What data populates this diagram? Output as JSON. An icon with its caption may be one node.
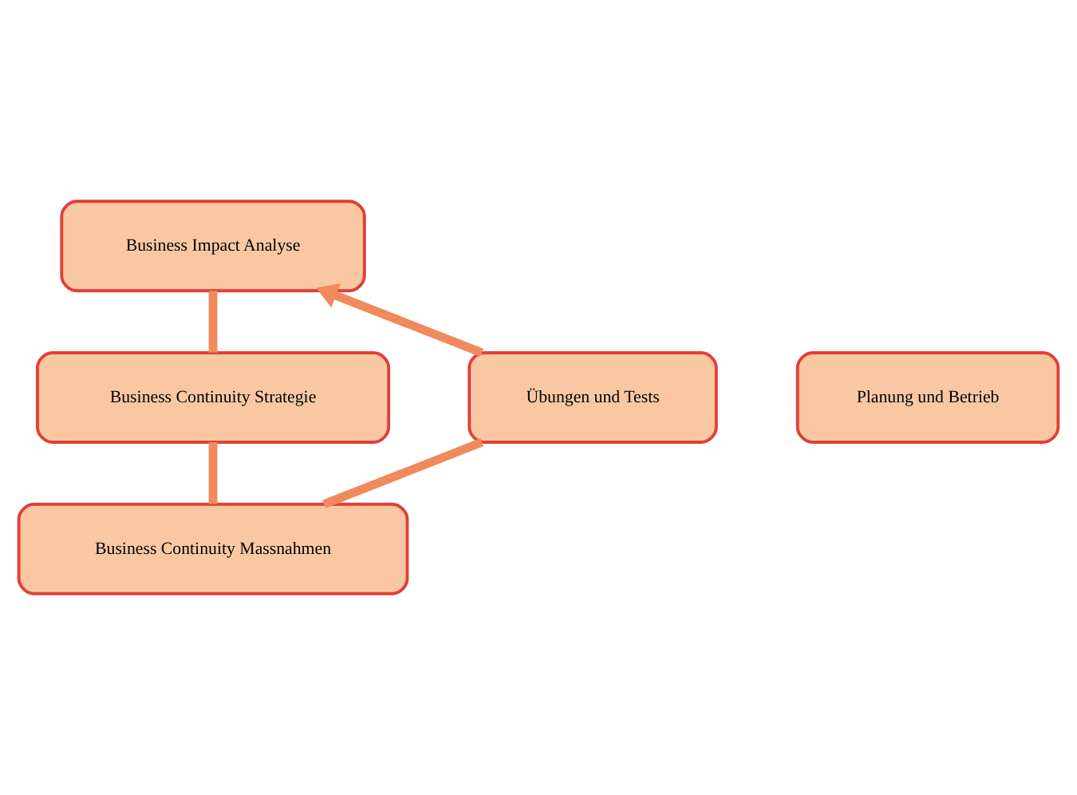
{
  "diagram": {
    "nodes": [
      {
        "text": [
          "Business Impact Analyse"
        ]
      },
      {
        "text": [
          "Übungen und Tests"
        ]
      },
      {
        "text": [
          "Planung und Betrieb"
        ]
      },
      {
        "text": [
          "Business Continuity Strategie"
        ]
      },
      {
        "text": [
          "Business Continuity Massnahmen"
        ]
      }
    ],
    "edges": [
      {
        "from": 0,
        "to": 3,
        "arrow": "none"
      },
      {
        "from": 3,
        "to": 4,
        "arrow": "none"
      },
      {
        "from": 4,
        "to": 1,
        "arrow": "none"
      },
      {
        "from": 1,
        "to": 0,
        "arrow": "to"
      }
    ]
  }
}
